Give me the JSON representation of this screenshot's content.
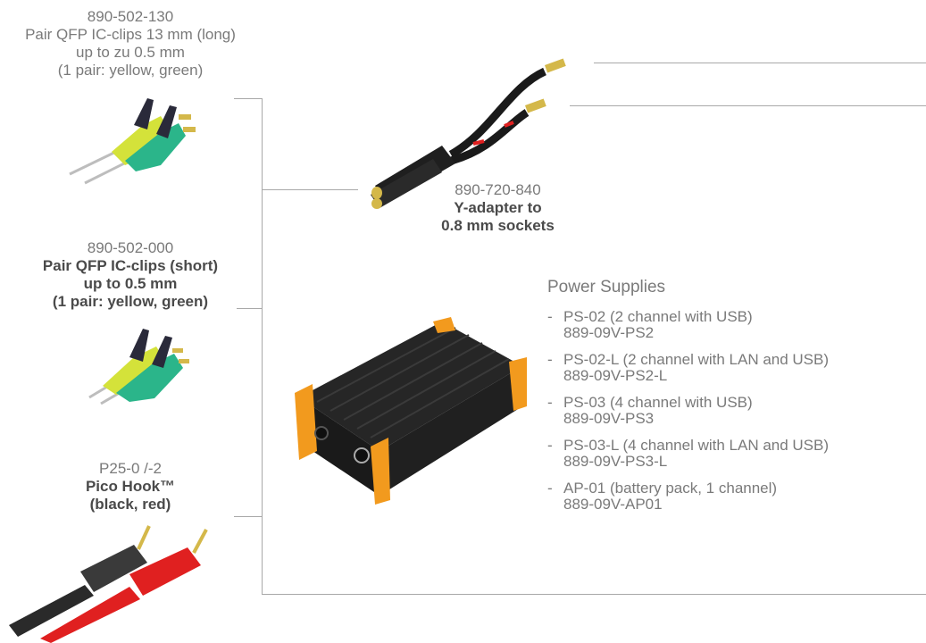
{
  "clips_long": {
    "part_number": "890-502-130",
    "name": "Pair QFP IC-clips 13 mm (long)",
    "range": "up to zu 0.5 mm",
    "colors": "(1 pair: yellow, green)"
  },
  "clips_short": {
    "part_number": "890-502-000",
    "name": "Pair QFP IC-clips (short)",
    "range": "up to 0.5 mm",
    "colors": "(1 pair: yellow, green)"
  },
  "pico_hook": {
    "part_number": "P25-0 /-2",
    "name": "Pico Hook™",
    "colors": "(black, red)"
  },
  "y_adapter": {
    "part_number": "890-720-840",
    "name_line1": "Y-adapter to",
    "name_line2": "0.8 mm sockets"
  },
  "power_supplies": {
    "title": "Power Supplies",
    "items": [
      {
        "dash": "-",
        "name": "PS-02 (2 channel with USB)",
        "code": "889-09V-PS2"
      },
      {
        "dash": "-",
        "name": "PS-02-L (2 channel with LAN and USB)",
        "code": "889-09V-PS2-L"
      },
      {
        "dash": "-",
        "name": "PS-03 (4 channel with USB)",
        "code": "889-09V-PS3"
      },
      {
        "dash": "-",
        "name": "PS-03-L (4 channel with LAN and USB)",
        "code": "889-09V-PS3-L"
      },
      {
        "dash": "-",
        "name": "AP-01 (battery pack, 1 channel)",
        "code": "889-09V-AP01"
      }
    ]
  },
  "colors": {
    "text_gray": "#7a7a7a",
    "text_bold": "#4a4a4a",
    "clip_yellow": "#d4e23a",
    "clip_green": "#2bb58a",
    "hook_red": "#e02020",
    "hook_black": "#2a2a2a",
    "accent_orange": "#f29a1e"
  }
}
